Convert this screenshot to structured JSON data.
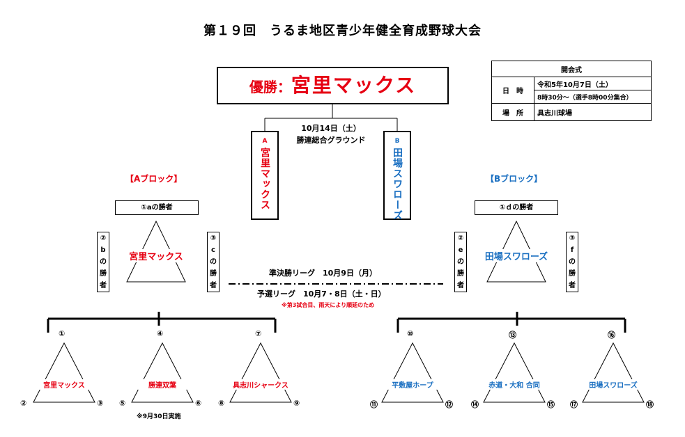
{
  "title": "第１９回　うるま地区青少年健全育成野球大会",
  "champion": {
    "label": "優勝：",
    "team": "宮里マックス"
  },
  "final": {
    "date": "10月14日（土）",
    "venue": "勝連総合グラウンド",
    "a": {
      "letter": "A",
      "team": "宮里マックス"
    },
    "b": {
      "letter": "B",
      "team": "田場スワローズ"
    }
  },
  "ceremony": {
    "header": "開会式",
    "when_label": "日　時",
    "date": "令和5年10月7日（土）",
    "time": "8時30分～（選手8時00分集合）",
    "where_label": "場　所",
    "place": "具志川球場"
  },
  "blocks": {
    "a": {
      "label": "【Aブロック】",
      "winner_box": "①aの勝者",
      "side_left": [
        "②",
        "b",
        "の",
        "勝",
        "者"
      ],
      "side_right": [
        "③",
        "c",
        "の",
        "勝",
        "者"
      ],
      "semi_winner": "宮里マックス"
    },
    "b": {
      "label": "【Bブロック】",
      "winner_box": "①ｄの勝者",
      "side_left": [
        "②",
        "e",
        "の",
        "勝",
        "者"
      ],
      "side_right": [
        "③",
        "f",
        "の",
        "勝",
        "者"
      ],
      "semi_winner": "田場スワローズ"
    }
  },
  "league": {
    "semi": "準決勝リーグ　10月9日（月）",
    "prelim": "予選リーグ　10月7・8日（土・日）",
    "note": "※第3試合目、雨天により順延のため"
  },
  "groups": [
    {
      "top": "①",
      "left": "②",
      "right": "③",
      "team": "宮里マックス",
      "color": "#e60012",
      "note": ""
    },
    {
      "top": "④",
      "left": "⑤",
      "right": "⑥",
      "team": "勝連双葉",
      "color": "#e60012",
      "note": "※9月30日実施"
    },
    {
      "top": "⑦",
      "left": "⑧",
      "right": "⑨",
      "team": "具志川シャークス",
      "color": "#e60012",
      "note": ""
    },
    {
      "top": "⑩",
      "left": "⑪",
      "right": "⑫",
      "team": "平敷屋ホープ",
      "color": "#1a6fc1",
      "note": ""
    },
    {
      "top": "⑬",
      "left": "⑭",
      "right": "⑮",
      "team": "赤道・大和 合同",
      "color": "#1a6fc1",
      "note": ""
    },
    {
      "top": "⑯",
      "left": "⑰",
      "right": "⑱",
      "team": "田場スワローズ",
      "color": "#1a6fc1",
      "note": ""
    }
  ]
}
